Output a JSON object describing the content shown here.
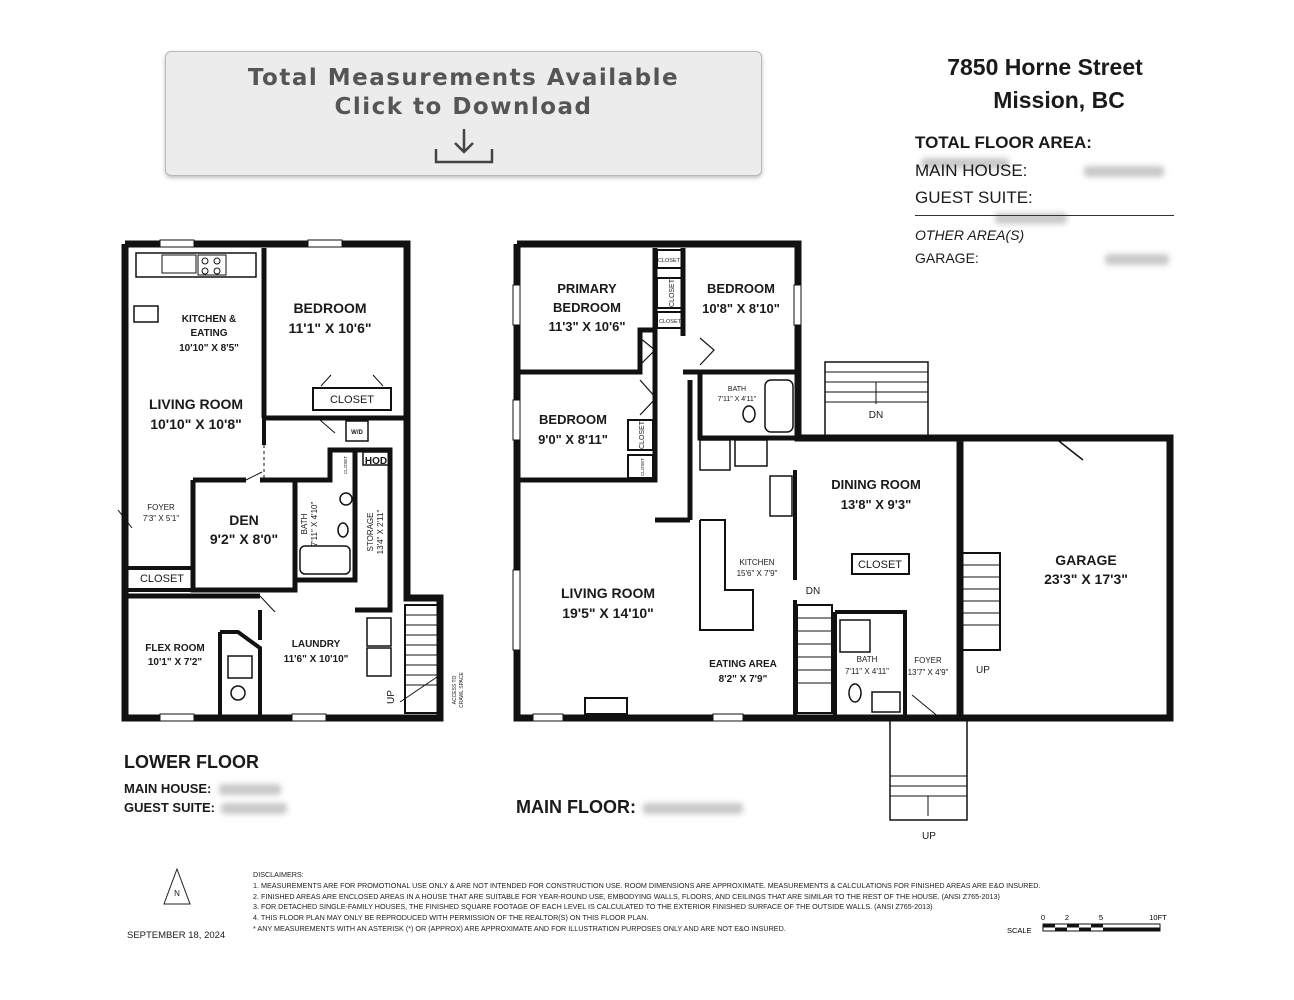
{
  "download": {
    "line1": "Total Measurements Available",
    "line2": "Click to Download",
    "icon": "download-icon"
  },
  "address": {
    "street": "7850 Horne Street",
    "city": "Mission, BC"
  },
  "areas": {
    "total_label": "TOTAL FLOOR AREA:",
    "main_house_label": "MAIN HOUSE:",
    "guest_suite_label": "GUEST SUITE:",
    "other_label": "OTHER AREA(S)",
    "garage_label": "GARAGE:"
  },
  "lower": {
    "title": "LOWER FLOOR",
    "main_house_label": "MAIN HOUSE:",
    "guest_suite_label": "GUEST SUITE:",
    "rooms": {
      "kitchen1": "KITCHEN &",
      "kitchen2": "EATING",
      "kitchen_dim": "10'10\" X 8'5\"",
      "bedroom": "BEDROOM",
      "bedroom_dim": "11'1\" X 10'6\"",
      "closet_bed": "CLOSET",
      "living": "LIVING ROOM",
      "living_dim": "10'10\" X 10'8\"",
      "wd": "W/D",
      "closet_small": "CLOSET",
      "hod": "HOD",
      "foyer": "FOYER",
      "foyer_dim": "7'3\" X 5'1\"",
      "den": "DEN",
      "den_dim": "9'2\" X 8'0\"",
      "bath": "BATH",
      "bath_dim": "7'11\" X 4'10\"",
      "storage": "STORAGE",
      "storage_dim": "13'4\" X 2'11\"",
      "closet_foyer": "CLOSET",
      "flex": "FLEX ROOM",
      "flex_dim": "10'1\" X 7'2\"",
      "laundry": "LAUNDRY",
      "laundry_dim": "11'6\" X 10'10\"",
      "up": "UP",
      "access1": "ACCESS TO",
      "access2": "CRAWL SPACE"
    }
  },
  "main": {
    "title": "MAIN FLOOR:",
    "rooms": {
      "primary1": "PRIMARY",
      "primary2": "BEDROOM",
      "primary_dim": "11'3\" X 10'6\"",
      "closet_a": "CLOSET",
      "closet_b": "CLOSET",
      "closet_c": "CLOSET",
      "bedroom2": "BEDROOM",
      "bedroom2_dim": "10'8\" X 8'10\"",
      "bath1": "BATH",
      "bath1_dim": "7'11\" X 4'11\"",
      "bedroom3": "BEDROOM",
      "bedroom3_dim": "9'0\" X 8'11\"",
      "closet_d": "CLOSET",
      "closet_e": "CLOSET",
      "living": "LIVING ROOM",
      "living_dim": "19'5\" X 14'10\"",
      "kitchen": "KITCHEN",
      "kitchen_dim": "15'6\" X 7'9\"",
      "eating": "EATING AREA",
      "eating_dim": "8'2\" X 7'9\"",
      "dining": "DINING ROOM",
      "dining_dim": "13'8\" X 9'3\"",
      "closet_f": "CLOSET",
      "dn1": "DN",
      "dn2": "DN",
      "bath2": "BATH",
      "bath2_dim": "7'11\" X 4'11\"",
      "foyer": "FOYER",
      "foyer_dim": "13'7\" X 4'9\"",
      "garage": "GARAGE",
      "garage_dim": "23'3\" X 17'3\"",
      "up1": "UP",
      "up2": "UP"
    }
  },
  "disclaimers": [
    "DISCLAIMERS:",
    "1. MEASUREMENTS ARE FOR PROMOTIONAL USE ONLY & ARE NOT INTENDED FOR CONSTRUCTION USE. ROOM DIMENSIONS ARE APPROXIMATE. MEASUREMENTS & CALCULATIONS FOR FINISHED AREAS ARE E&O INSURED.",
    "2. FINISHED AREAS ARE ENCLOSED AREAS IN A HOUSE THAT ARE SUITABLE FOR YEAR-ROUND USE, EMBODYING WALLS, FLOORS, AND CEILINGS THAT ARE SIMILAR TO THE REST OF THE HOUSE. (ANSI Z765-2013)",
    "3. FOR DETACHED SINGLE-FAMILY HOUSES, THE FINISHED SQUARE FOOTAGE OF EACH LEVEL IS CALCULATED TO THE EXTERIOR FINISHED SURFACE OF THE OUTSIDE WALLS. (ANSI Z765-2013)",
    "4. THIS FLOOR PLAN MAY ONLY BE REPRODUCED WITH PERMISSION OF THE REALTOR(S) ON THIS FLOOR PLAN.",
    "* ANY MEASUREMENTS WITH AN ASTERISK (*) OR (APPROX) ARE APPROXIMATE AND FOR ILLUSTRATION PURPOSES ONLY AND ARE NOT E&O INSURED."
  ],
  "date": "SEPTEMBER 18, 2024",
  "compass": {
    "label": "N",
    "icon": "north-arrow-icon"
  },
  "scale": {
    "label": "SCALE",
    "ticks": [
      "0",
      "2",
      "5",
      "10FT"
    ]
  }
}
